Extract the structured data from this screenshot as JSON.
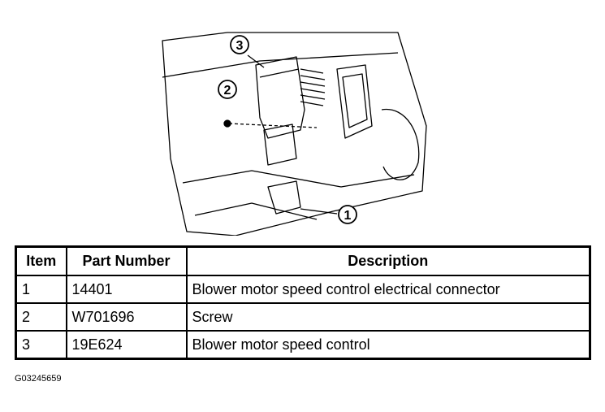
{
  "illustration": {
    "callouts": [
      "1",
      "2",
      "3"
    ]
  },
  "table": {
    "headers": [
      "Item",
      "Part Number",
      "Description"
    ],
    "rows": [
      {
        "item": "1",
        "part_number": "14401",
        "description": "Blower motor speed control electrical connector"
      },
      {
        "item": "2",
        "part_number": "W701696",
        "description": "Screw"
      },
      {
        "item": "3",
        "part_number": "19E624",
        "description": "Blower motor speed control"
      }
    ]
  },
  "figure_id": "G03245659"
}
